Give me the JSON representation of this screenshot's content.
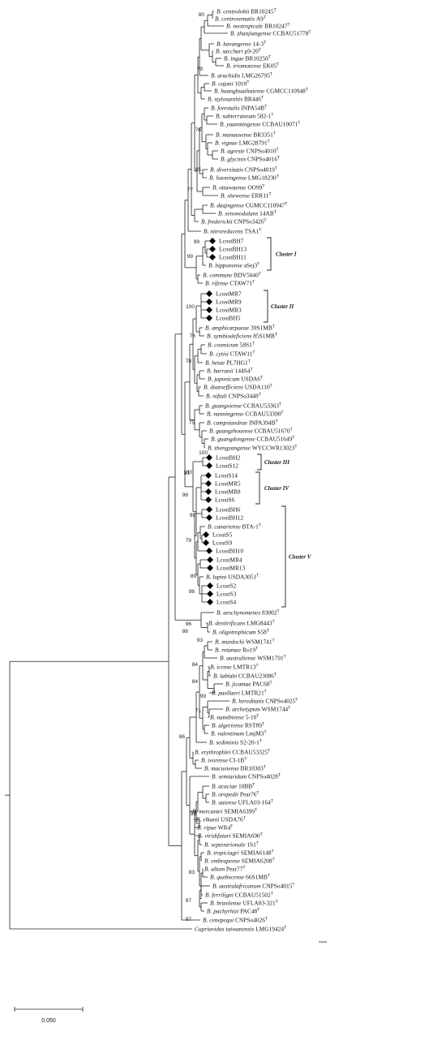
{
  "taxa": [
    {
      "name": "B. centrolobii BR10245",
      "sup": "T"
    },
    {
      "name": "B. centrosematis A9",
      "sup": "T"
    },
    {
      "name": "B. neotropicale BR10247",
      "sup": "T"
    },
    {
      "name": "B. zhanjiangense CCBAU51778",
      "sup": "T"
    },
    {
      "name": "B. kavangense 14-3",
      "sup": "T"
    },
    {
      "name": "B. sacchari p9-20",
      "sup": "T"
    },
    {
      "name": "B. ingae BR10250",
      "sup": "T"
    },
    {
      "name": "B. iriomotense EK05",
      "sup": "T"
    },
    {
      "name": "B. arachidis LMG26795",
      "sup": "T"
    },
    {
      "name": "B. cajani 1010",
      "sup": "T"
    },
    {
      "name": "B. huanghuaihaiense CGMCC110948",
      "sup": "T"
    },
    {
      "name": "B. stylosanthis BR446",
      "sup": "T"
    },
    {
      "name": "B. forestalis INPA54B",
      "sup": "T"
    },
    {
      "name": "B. subterraneum 582-1",
      "sup": "T"
    },
    {
      "name": "B. yuanmingense CCBAU10071",
      "sup": "T"
    },
    {
      "name": "B. manausense BR3351",
      "sup": "T"
    },
    {
      "name": "B. vignae LMG28791",
      "sup": "T"
    },
    {
      "name": "B. agreste CNPSo4010",
      "sup": "T"
    },
    {
      "name": "B. glycinis CNPSo4016",
      "sup": "T"
    },
    {
      "name": "B. diversitatis CNPSo4019",
      "sup": "T"
    },
    {
      "name": "B. liaoningense LMG18230",
      "sup": "T"
    },
    {
      "name": "B. ottawaense OO99",
      "sup": "T"
    },
    {
      "name": "B. shewense ERR11",
      "sup": "T"
    },
    {
      "name": "B. daqingense CGMCC110947",
      "sup": "T"
    },
    {
      "name": "B. xenonodulans 14AB",
      "sup": "T"
    },
    {
      "name": "B. frederickii CNPSo3426",
      "sup": "T"
    },
    {
      "name": "B. nitroreducens TSA1",
      "sup": "T"
    },
    {
      "name": "LcostBH7",
      "sup": "",
      "isolate": true
    },
    {
      "name": "LcostBH13",
      "sup": "",
      "isolate": true
    },
    {
      "name": "LcostBH11",
      "sup": "",
      "isolate": true
    },
    {
      "name": "B. hipponense aSej3",
      "sup": "T"
    },
    {
      "name": "B. commune BDV5040",
      "sup": "T"
    },
    {
      "name": "B. rifense CTAW71",
      "sup": "T"
    },
    {
      "name": "LcostMR7",
      "sup": "",
      "isolate": true
    },
    {
      "name": "LcostMR9",
      "sup": "",
      "isolate": true
    },
    {
      "name": "LcostMR3",
      "sup": "",
      "isolate": true
    },
    {
      "name": "LcostBH5",
      "sup": "",
      "isolate": true
    },
    {
      "name": "B. amphicarpaeae 39S1MB",
      "sup": "T"
    },
    {
      "name": "B. symbiodeficiens 85S1MB",
      "sup": "T"
    },
    {
      "name": "B. cosmicum 58S1",
      "sup": "T"
    },
    {
      "name": "B. cytisi CTAW11",
      "sup": "T"
    },
    {
      "name": "B. betae PL7HG1",
      "sup": "T"
    },
    {
      "name": "B. barranii 144S4",
      "sup": "T"
    },
    {
      "name": "B. japonicum USDA6",
      "sup": "T"
    },
    {
      "name": "B. diazoefficiens USDA110",
      "sup": "T"
    },
    {
      "name": "B. niftali CNPSo3448",
      "sup": "T"
    },
    {
      "name": "B. guangxiense CCBAU53363",
      "sup": "T"
    },
    {
      "name": "B. nanningense CCBAU53390",
      "sup": "T"
    },
    {
      "name": "B. campsiandrae INPA394B",
      "sup": "T"
    },
    {
      "name": "B. guangzhouense CCBAU51670",
      "sup": "T"
    },
    {
      "name": "B. guangdongense CCBAU51649",
      "sup": "T"
    },
    {
      "name": "B. zhengyangense WYCCWR13023",
      "sup": "T"
    },
    {
      "name": "LcostBH2",
      "sup": "",
      "isolate": true
    },
    {
      "name": "LcostS12",
      "sup": "",
      "isolate": true
    },
    {
      "name": "LcostS14",
      "sup": "",
      "isolate": true
    },
    {
      "name": "LcostMR5",
      "sup": "",
      "isolate": true
    },
    {
      "name": "LcostMR8",
      "sup": "",
      "isolate": true
    },
    {
      "name": "LcostS6",
      "sup": "",
      "isolate": true
    },
    {
      "name": "LcostBH6",
      "sup": "",
      "isolate": true
    },
    {
      "name": "LcostBH12",
      "sup": "",
      "isolate": true
    },
    {
      "name": "B. canariense BTA-1",
      "sup": "T"
    },
    {
      "name": "LcostS5",
      "sup": "",
      "isolate": true
    },
    {
      "name": "LcostS9",
      "sup": "",
      "isolate": true
    },
    {
      "name": "LcostBH10",
      "sup": "",
      "isolate": true
    },
    {
      "name": "LcostMR4",
      "sup": "",
      "isolate": true
    },
    {
      "name": "LcostMR13",
      "sup": "",
      "isolate": true
    },
    {
      "name": "B. lupini USDA3051",
      "sup": "T"
    },
    {
      "name": "LcostS2",
      "sup": "",
      "isolate": true
    },
    {
      "name": "LcostS3",
      "sup": "",
      "isolate": true
    },
    {
      "name": "LcostS4",
      "sup": "",
      "isolate": true
    },
    {
      "name": "B. aeschynomenes 83002",
      "sup": "T"
    },
    {
      "name": "B. denitrificans LMG8443",
      "sup": "T"
    },
    {
      "name": "B. oligotrophicum S58",
      "sup": "T"
    },
    {
      "name": "B. murdochi WSM1741",
      "sup": "T"
    },
    {
      "name": "B. retamae Ro19",
      "sup": "T"
    },
    {
      "name": "B. australiense WSM1791",
      "sup": "T"
    },
    {
      "name": "B. icense LMTR13",
      "sup": "T"
    },
    {
      "name": "B. lablabi CCBAU23086",
      "sup": "T"
    },
    {
      "name": "B. jicamae PAC68",
      "sup": "T"
    },
    {
      "name": "B. paxllaeri LMTR21",
      "sup": "T"
    },
    {
      "name": "B. hereditatis CNPSo4025",
      "sup": "T"
    },
    {
      "name": "B. archetypum WSM1744",
      "sup": "T"
    },
    {
      "name": "B. namibiense 5-10",
      "sup": "T"
    },
    {
      "name": "B. algeriense RST89",
      "sup": "T"
    },
    {
      "name": "B. valentinum LmjM3",
      "sup": "T"
    },
    {
      "name": "B. sediminis S2-20-1",
      "sup": "T"
    },
    {
      "name": "B. erythrophlei CCBAU53325",
      "sup": "T"
    },
    {
      "name": "B. ivorense CI-1B",
      "sup": "T"
    },
    {
      "name": "B. macuxiense BR10303",
      "sup": "T"
    },
    {
      "name": "B. semiaridum CNPSo4028",
      "sup": "T"
    },
    {
      "name": "B. acaciae 10BB",
      "sup": "T"
    },
    {
      "name": "B. oropedii Pear76",
      "sup": "T"
    },
    {
      "name": "B. uaiense UFLA03-164",
      "sup": "T"
    },
    {
      "name": "B. mercantei SEMIA6399",
      "sup": "T"
    },
    {
      "name": "B. elkanii USDA76",
      "sup": "T"
    },
    {
      "name": "B. ripae WR4",
      "sup": "T"
    },
    {
      "name": "B. viridifuturi SEMIA690",
      "sup": "T"
    },
    {
      "name": "B. septentrionale 1S1",
      "sup": "T"
    },
    {
      "name": "B. tropiciagri SEMIA6148",
      "sup": "T"
    },
    {
      "name": "B. embrapense SEMIA6208",
      "sup": "T"
    },
    {
      "name": "B. altum Pear77",
      "sup": "T"
    },
    {
      "name": "B. quebecense 66S1MB",
      "sup": "T"
    },
    {
      "name": "B. australafricanum CNPSo4015",
      "sup": "T"
    },
    {
      "name": "B. ferriligni CCBAU51502",
      "sup": "T"
    },
    {
      "name": "B. brasilense UFLA03-321",
      "sup": "T"
    },
    {
      "name": "B. pachyrhizi PAC48",
      "sup": "T"
    },
    {
      "name": "B. cenepequi CNPSo4026",
      "sup": "T"
    },
    {
      "name": "Cupriavidus taiwanensis LMG19424",
      "sup": "T"
    }
  ],
  "bootstrap": [
    {
      "label": "80"
    },
    {
      "label": "79"
    },
    {
      "label": "76"
    },
    {
      "label": "85"
    },
    {
      "label": "77"
    },
    {
      "label": "99"
    },
    {
      "label": "99"
    },
    {
      "label": "100"
    },
    {
      "label": "76"
    },
    {
      "label": "78"
    },
    {
      "label": "75"
    },
    {
      "label": "100"
    },
    {
      "label": "100"
    },
    {
      "label": "81"
    },
    {
      "label": "96"
    },
    {
      "label": "98"
    },
    {
      "label": "79"
    },
    {
      "label": "89"
    },
    {
      "label": "98"
    },
    {
      "label": "96"
    },
    {
      "label": "86"
    },
    {
      "label": "93"
    },
    {
      "label": "84"
    },
    {
      "label": "99"
    },
    {
      "label": "84"
    },
    {
      "label": "71"
    },
    {
      "label": "86"
    },
    {
      "label": "93"
    },
    {
      "label": "83"
    },
    {
      "label": "97"
    },
    {
      "label": "97"
    }
  ],
  "clusters": [
    {
      "label": "Cluster I"
    },
    {
      "label": "Cluster II"
    },
    {
      "label": "Cluster III"
    },
    {
      "label": "Cluster IV"
    },
    {
      "label": "Cluster V"
    }
  ],
  "scale": {
    "label": "0.050"
  }
}
